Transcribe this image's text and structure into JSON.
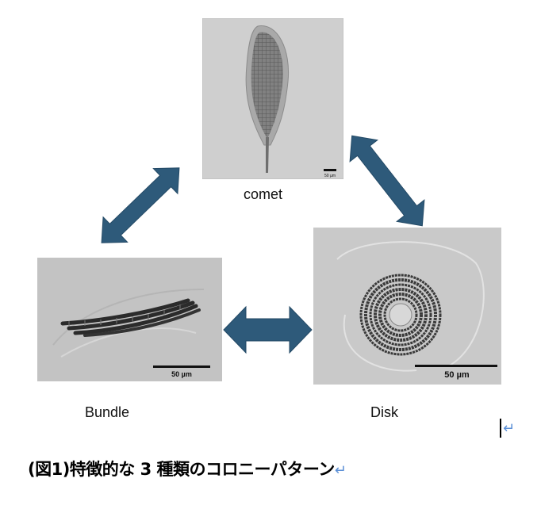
{
  "images": {
    "comet": {
      "label": "comet",
      "scale_text": "50 µm"
    },
    "bundle": {
      "label": "Bundle",
      "scale_text": "50 µm"
    },
    "disk": {
      "label": "Disk",
      "scale_text": "50 µm"
    }
  },
  "caption": {
    "text": "(図1)特徴的な 3 種類のコロニーパターン",
    "return_mark": "↵"
  },
  "colors": {
    "arrow": "#2e5a7a",
    "photo_bg": "#c6c6c6",
    "return_mark": "#5b8fd6"
  }
}
